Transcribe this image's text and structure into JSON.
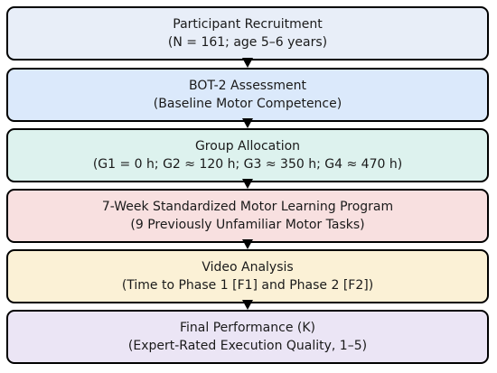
{
  "steps": [
    {
      "title": "Participant Recruitment",
      "detail": "(N = 161; age 5–6 years)",
      "color": "#e8eef8"
    },
    {
      "title": "BOT-2 Assessment",
      "detail": "(Baseline Motor Competence)",
      "color": "#dbe9fb"
    },
    {
      "title": "Group Allocation",
      "detail": "(G1 = 0 h; G2 ≈ 120 h; G3 ≈ 350 h; G4 ≈ 470 h)",
      "color": "#ddf2ee"
    },
    {
      "title": "7-Week Standardized Motor Learning Program",
      "detail": "(9 Previously Unfamiliar Motor Tasks)",
      "color": "#f8e0e0"
    },
    {
      "title": "Video Analysis",
      "detail": "(Time to Phase 1 [F1] and Phase 2 [F2])",
      "color": "#fbf1d6"
    },
    {
      "title": "Final Performance (K)",
      "detail": "(Expert-Rated Execution Quality, 1–5)",
      "color": "#ebe5f5"
    }
  ],
  "arrow_color": "#000000"
}
